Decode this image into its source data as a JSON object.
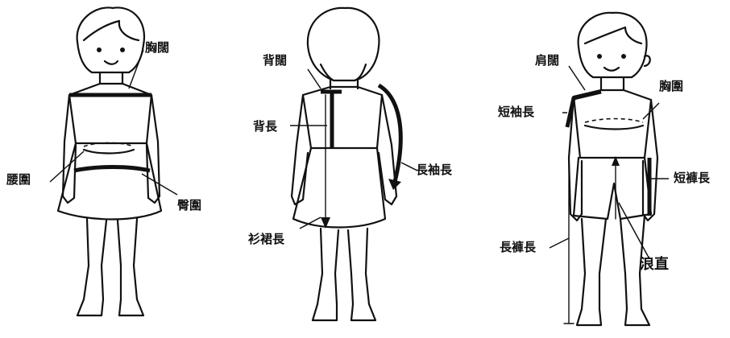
{
  "labels": {
    "chest_front": "胸闊",
    "waist": "腰圍",
    "hip": "臀圍",
    "back_width": "背闊",
    "back_length": "背長",
    "long_sleeve": "長袖長",
    "dress_length": "衫裙長",
    "shoulder_width": "肩闊",
    "short_sleeve": "短袖長",
    "chest_girth": "胸圍",
    "short_pants": "短褲長",
    "long_pants": "長褲長",
    "crotch_depth": "浪直"
  },
  "colors": {
    "ink": "#111111",
    "paper": "#ffffff"
  }
}
